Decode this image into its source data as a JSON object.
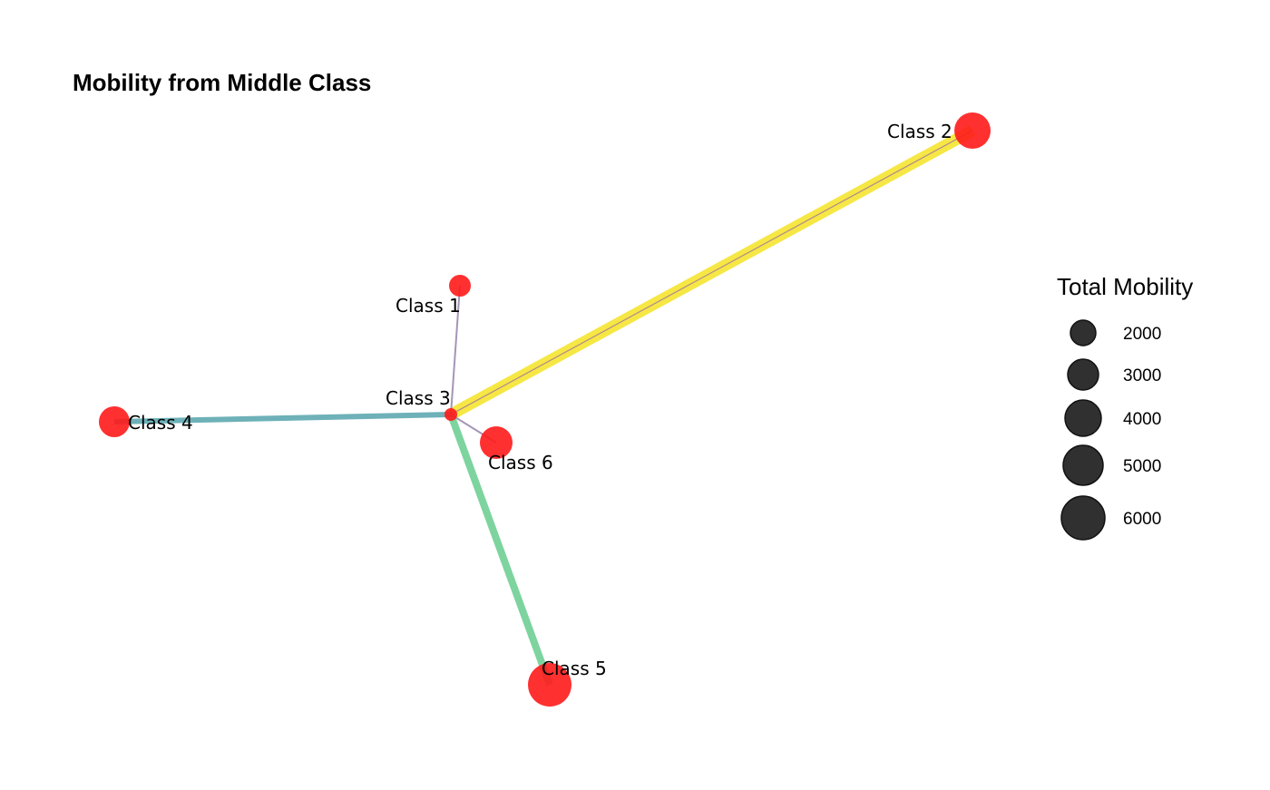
{
  "title": "Mobility from Middle Class",
  "colors": {
    "node_fill": "#ff1a1a",
    "legend_fill": "#1e1e1e"
  },
  "nodes": [
    {
      "id": "class1",
      "label": "Class 1"
    },
    {
      "id": "class2",
      "label": "Class 2"
    },
    {
      "id": "class3",
      "label": "Class 3"
    },
    {
      "id": "class4",
      "label": "Class 4"
    },
    {
      "id": "class5",
      "label": "Class 5"
    },
    {
      "id": "class6",
      "label": "Class 6"
    }
  ],
  "edges": [
    {
      "from": "class3",
      "to": "class2",
      "color": "#f5e431"
    },
    {
      "from": "class3",
      "to": "class5",
      "color": "#6fcf93"
    },
    {
      "from": "class3",
      "to": "class4",
      "color": "#5ea8b0"
    },
    {
      "from": "class3",
      "to": "class1",
      "color": "#9b8aaf"
    },
    {
      "from": "class3",
      "to": "class6",
      "color": "#9b8aaf"
    }
  ],
  "legend": {
    "title": "Total Mobility",
    "items": [
      {
        "label": "2000"
      },
      {
        "label": "3000"
      },
      {
        "label": "4000"
      },
      {
        "label": "5000"
      },
      {
        "label": "6000"
      }
    ]
  }
}
